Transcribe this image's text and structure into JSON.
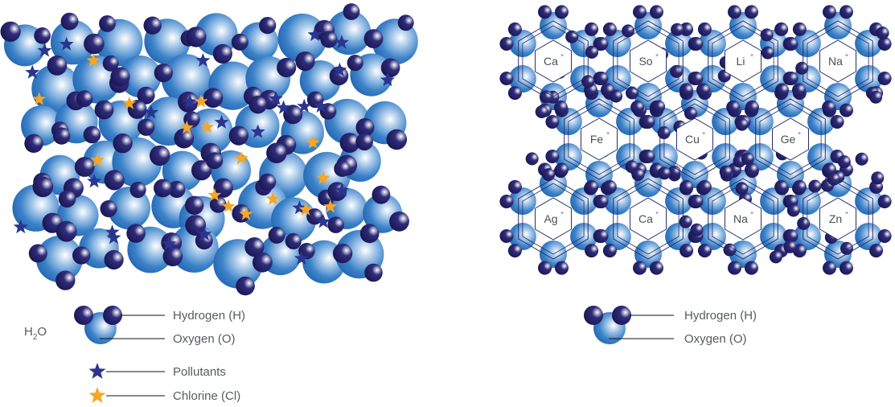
{
  "legend_left": {
    "formula_main": "H",
    "formula_sub": "2",
    "formula_end": "O",
    "hydrogen": "Hydrogen (H)",
    "oxygen": "Oxygen (O)",
    "pollutants": "Pollutants",
    "chlorine": "Chlorine (Cl)"
  },
  "legend_right": {
    "hydrogen": "Hydrogen (H)",
    "oxygen": "Oxygen (O)"
  },
  "ion_charge": "+",
  "ions": [
    "Ca",
    "So",
    "Li",
    "Na",
    "Fe",
    "Cu",
    "Ge",
    "Ag",
    "Ca",
    "Na",
    "Zn"
  ],
  "colors": {
    "hydrogen": "#1f1d5e",
    "oxygen": "#2a6fc0",
    "pollutant": "#2b3590",
    "chlorine": "#f5a623"
  }
}
